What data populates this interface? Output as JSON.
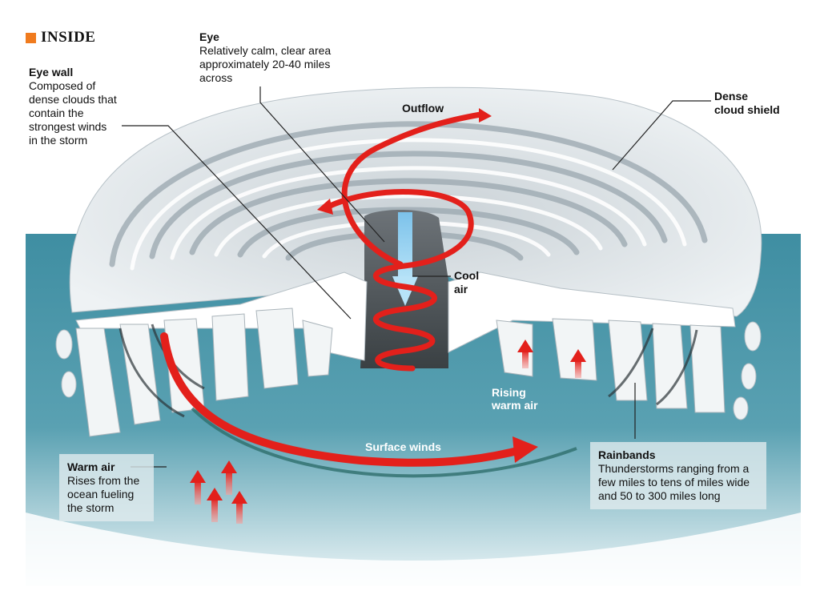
{
  "header": {
    "title": "INSIDE"
  },
  "labels": {
    "eye_title": "Eye",
    "eye_desc": [
      "Relatively calm, clear area",
      "approximately 20-40 miles",
      "across"
    ],
    "eyewall_title": "Eye wall",
    "eyewall_desc": [
      "Composed of",
      "dense clouds that",
      "contain the",
      "strongest winds",
      "in the storm"
    ],
    "outflow": "Outflow",
    "dense_cloud": [
      "Dense",
      "cloud shield"
    ],
    "cool_air": [
      "Cool",
      "air"
    ],
    "rising_warm_air": [
      "Rising",
      "warm air"
    ],
    "surface_winds": "Surface winds",
    "warm_air_title": "Warm air",
    "warm_air_desc": [
      "Rises from the",
      "ocean fueling",
      "the storm"
    ],
    "rainbands_title": "Rainbands",
    "rainbands_desc": [
      "Thunderstorms ranging from a",
      "few miles to tens of miles wide",
      "and 50 to 300 miles long"
    ]
  },
  "colors": {
    "ocean": "#4a93a6",
    "ocean_light": "#b8d8e0",
    "cloud": "#eef2f4",
    "cloud_shadow": "#a7b3bb",
    "arrow_red": "#e3201b",
    "cool_blue": "#8fd0f2",
    "accent_orange": "#f07b1e"
  }
}
